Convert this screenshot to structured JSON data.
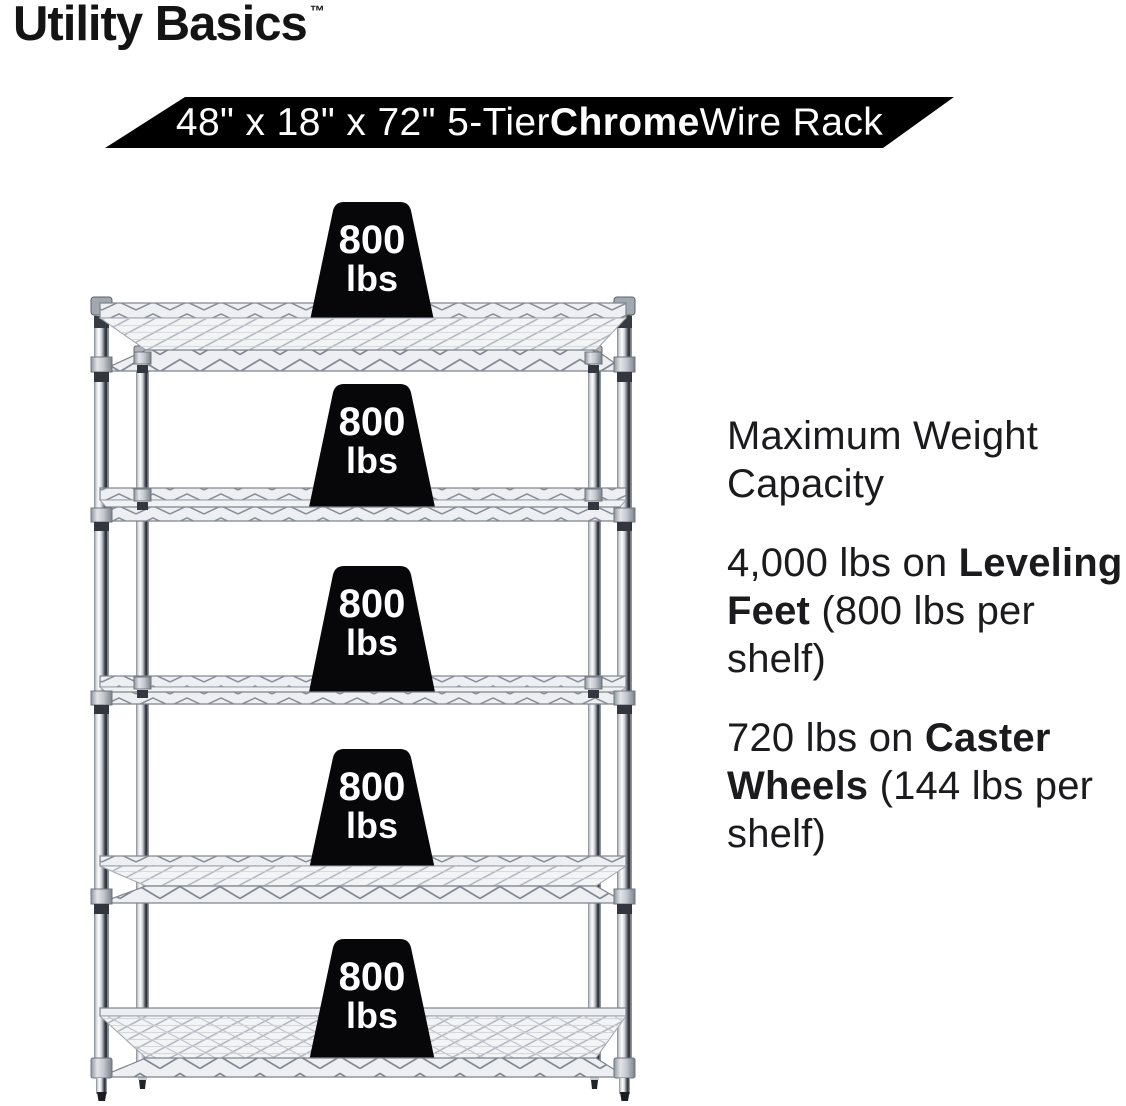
{
  "brand": {
    "name": "Utility Basics",
    "trademark": "™"
  },
  "banner": {
    "regular_prefix": "48\" x 18\" x 72\" 5-Tier ",
    "bold_word": "Chrome",
    "regular_suffix": " Wire Rack",
    "background_color": "#000000",
    "text_color": "#ffffff"
  },
  "rack": {
    "tier_count": "5",
    "weight_tags": [
      {
        "value": "800",
        "unit": "lbs"
      },
      {
        "value": "800",
        "unit": "lbs"
      },
      {
        "value": "800",
        "unit": "lbs"
      },
      {
        "value": "800",
        "unit": "lbs"
      },
      {
        "value": "800",
        "unit": "lbs"
      }
    ],
    "tag_background_color": "#070709",
    "tag_text_color": "#ffffff",
    "chrome_light_color": "#f3f4f6",
    "chrome_dark_color": "#3a3e44"
  },
  "capacity": {
    "heading_line1": "Maximum Weight",
    "heading_line2": "Capacity",
    "leveling": {
      "line1_regular": "4,000 lbs on ",
      "line1_bold": "Leveling",
      "line2_bold": "Feet",
      "line2_regular": " (800 lbs per",
      "line3_regular": "shelf)"
    },
    "caster": {
      "line1_regular": "720 lbs on ",
      "line1_bold": "Caster",
      "line2_bold": "Wheels",
      "line2_regular": " (144 lbs per",
      "line3_regular": "shelf)"
    },
    "text_color": "#1b1b1d"
  }
}
